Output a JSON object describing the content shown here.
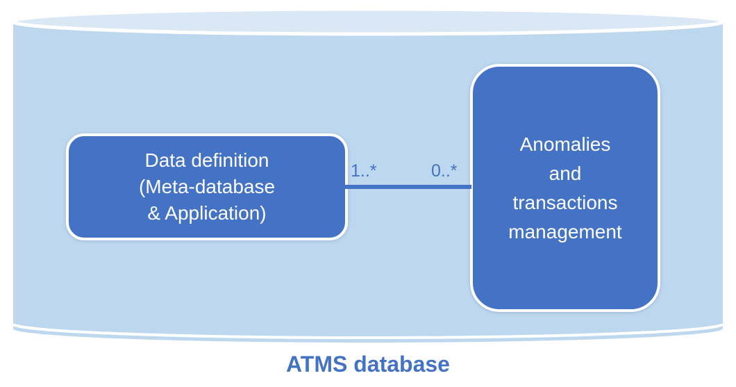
{
  "diagram": {
    "caption": "ATMS database",
    "cylinder_name": "ATMS database cylinder",
    "nodes": [
      {
        "id": "data-definition",
        "lines": [
          "Data definition",
          "(Meta-database",
          "& Application)"
        ]
      },
      {
        "id": "anomalies-transactions",
        "lines": [
          "Anomalies",
          "and",
          "transactions",
          "management"
        ]
      }
    ],
    "connector": {
      "left_multiplicity": "1..*",
      "right_multiplicity": "0..*"
    },
    "colors": {
      "node_fill": "#4472C4",
      "node_border": "#FFFFFF",
      "node_text": "#FFFFFF",
      "cylinder_body": "#BDD7EE",
      "cylinder_top_face": "#DAE7F5",
      "connector_line": "#4472C4",
      "multiplicity_text": "#4472C4",
      "caption_text": "#4472C4"
    }
  }
}
